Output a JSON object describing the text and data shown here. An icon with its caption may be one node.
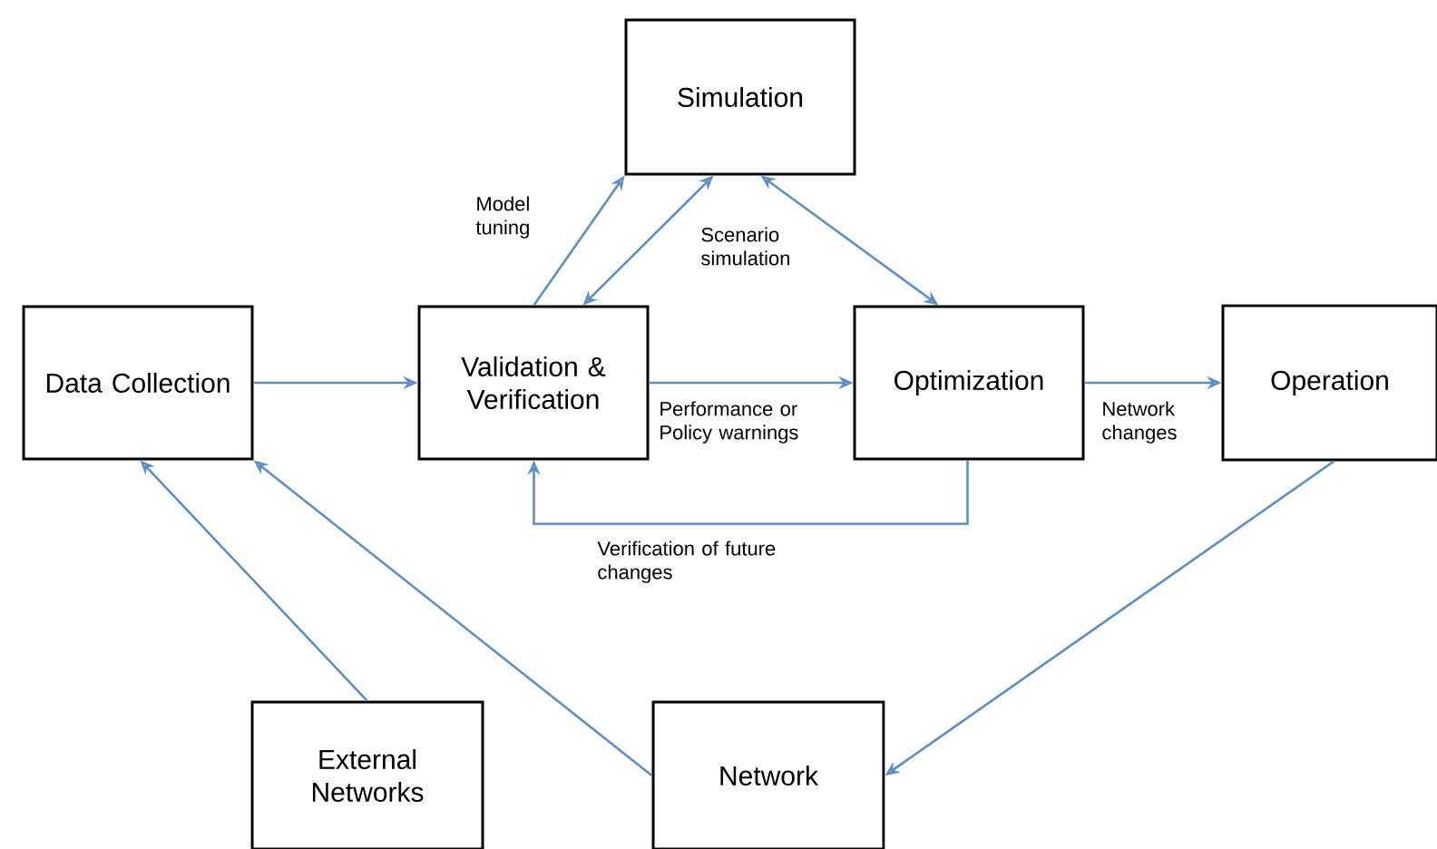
{
  "diagram": {
    "nodes": [
      {
        "text": [
          "Simulation"
        ]
      },
      {
        "text": [
          "Data Collection"
        ]
      },
      {
        "text": [
          "Validation & Verification"
        ]
      },
      {
        "text": [
          "Optimization"
        ]
      },
      {
        "text": [
          "Operation"
        ]
      },
      {
        "text": [
          "External Networks"
        ]
      },
      {
        "text": [
          "Network"
        ]
      }
    ],
    "edges": [
      {
        "from": 1,
        "to": 2,
        "arrow": "to"
      },
      {
        "from": 2,
        "to": 3,
        "arrow": "to",
        "label": "Performance or Policy warnings"
      },
      {
        "from": 3,
        "to": 4,
        "arrow": "to",
        "label": "Network changes"
      },
      {
        "from": 2,
        "to": 0,
        "arrow": "to",
        "label": "Model tuning"
      },
      {
        "from": 0,
        "to": 2,
        "arrow": "both"
      },
      {
        "from": 0,
        "to": 3,
        "arrow": "both",
        "label": "Scenario simulation"
      },
      {
        "from": 3,
        "to": 2,
        "arrow": "to",
        "label": "Verification of future changes"
      },
      {
        "from": 5,
        "to": 1,
        "arrow": "to"
      },
      {
        "from": 6,
        "to": 1,
        "arrow": "to"
      },
      {
        "from": 4,
        "to": 6,
        "arrow": "to"
      }
    ]
  }
}
